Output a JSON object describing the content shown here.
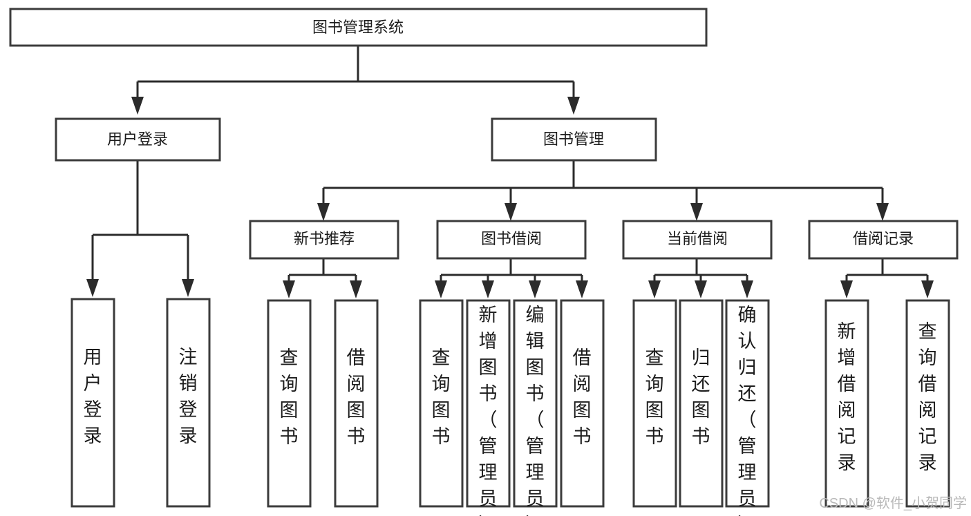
{
  "diagram": {
    "title": "图书管理系统",
    "type": "tree-hierarchy",
    "root": {
      "id": "root",
      "label": "图书管理系统",
      "orientation": "horizontal"
    },
    "level2": [
      {
        "id": "user-login",
        "label": "用户登录",
        "orientation": "horizontal"
      },
      {
        "id": "book-manage",
        "label": "图书管理",
        "orientation": "horizontal"
      }
    ],
    "level3": [
      {
        "id": "new-book-recommend",
        "label": "新书推荐",
        "orientation": "horizontal",
        "parent": "book-manage"
      },
      {
        "id": "book-borrow",
        "label": "图书借阅",
        "orientation": "horizontal",
        "parent": "book-manage"
      },
      {
        "id": "current-borrow",
        "label": "当前借阅",
        "orientation": "horizontal",
        "parent": "book-manage"
      },
      {
        "id": "borrow-record",
        "label": "借阅记录",
        "orientation": "horizontal",
        "parent": "book-manage"
      }
    ],
    "leaves": [
      {
        "id": "leaf-user-login",
        "label": "用户登录",
        "orientation": "vertical",
        "parent": "user-login"
      },
      {
        "id": "leaf-user-logout",
        "label": "注销登录",
        "orientation": "vertical",
        "parent": "user-login"
      },
      {
        "id": "leaf-query-book-1",
        "label": "查询图书",
        "orientation": "vertical",
        "parent": "new-book-recommend"
      },
      {
        "id": "leaf-borrow-book-1",
        "label": "借阅图书",
        "orientation": "vertical",
        "parent": "new-book-recommend"
      },
      {
        "id": "leaf-query-book-2",
        "label": "查询图书",
        "orientation": "vertical",
        "parent": "book-borrow"
      },
      {
        "id": "leaf-add-book",
        "label": "新增图书（管理员）",
        "orientation": "vertical",
        "parent": "book-borrow"
      },
      {
        "id": "leaf-edit-book",
        "label": "编辑图书（管理员）",
        "orientation": "vertical",
        "parent": "book-borrow"
      },
      {
        "id": "leaf-borrow-book-2",
        "label": "借阅图书",
        "orientation": "vertical",
        "parent": "book-borrow"
      },
      {
        "id": "leaf-query-book-3",
        "label": "查询图书",
        "orientation": "vertical",
        "parent": "current-borrow"
      },
      {
        "id": "leaf-return-book",
        "label": "归还图书",
        "orientation": "vertical",
        "parent": "current-borrow"
      },
      {
        "id": "leaf-confirm-return",
        "label": "确认归还（管理员）",
        "orientation": "vertical",
        "parent": "current-borrow"
      },
      {
        "id": "leaf-add-record",
        "label": "新增借阅记录",
        "orientation": "vertical",
        "parent": "borrow-record"
      },
      {
        "id": "leaf-query-record",
        "label": "查询借阅记录",
        "orientation": "vertical",
        "parent": "borrow-record"
      }
    ]
  },
  "watermark": {
    "text": "CSDN @软件_小贺同学"
  },
  "colors": {
    "background": "#ffffff",
    "box_stroke": "#3b3b3b",
    "connector": "#2b2b2b",
    "text": "#1c1c1c",
    "watermark": "#b9b9b9"
  }
}
